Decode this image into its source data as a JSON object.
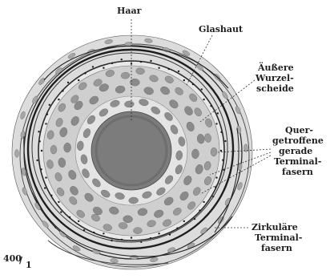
{
  "labels": {
    "haar": "Haar",
    "glashaut": "Glashaut",
    "aeussere_line1": "Äußere",
    "aeussere_line2": "Wurzel-",
    "aeussere_line3": "scheide",
    "quer_line1": "Quer-",
    "quer_line2": "getroffene",
    "quer_line3": "gerade",
    "quer_line4": "Terminal-",
    "quer_line5": "fasern",
    "zirk_line1": "Zirkuläre",
    "zirk_line2": "Terminal-",
    "zirk_line3": "fasern"
  },
  "scale": {
    "numerator": "400",
    "denominator": "1"
  },
  "colors": {
    "ink": "#1e1e1e",
    "hair": "#7a7a7a",
    "cell": "#8f8f8f",
    "tissue": "#d9d9d9",
    "background": "#ffffff"
  }
}
